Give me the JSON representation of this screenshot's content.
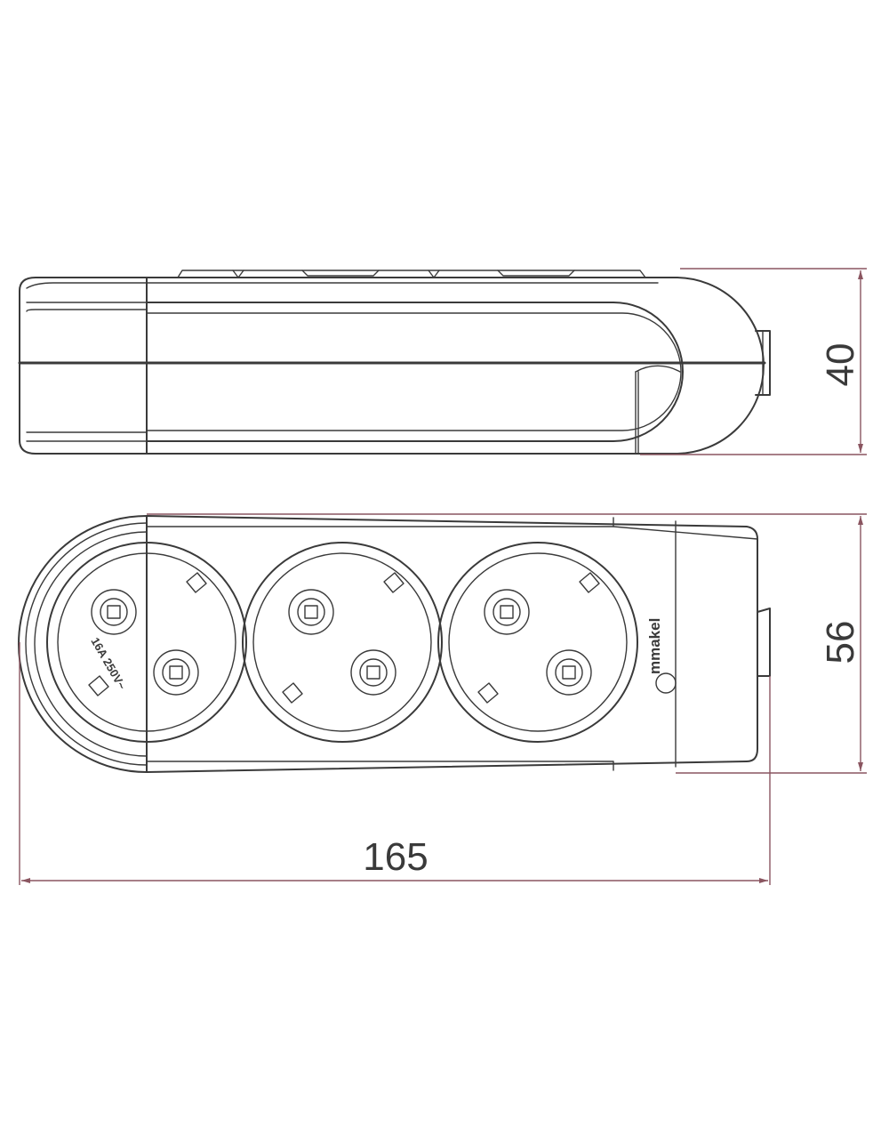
{
  "dimensions": {
    "height_side": "40",
    "width_top": "56",
    "length": "165"
  },
  "socket_marking": "16A 250V~",
  "brand_logo": "mmakel",
  "colors": {
    "line": "#3a3a3a",
    "dimension_line": "#8a5560",
    "background": "#ffffff"
  }
}
